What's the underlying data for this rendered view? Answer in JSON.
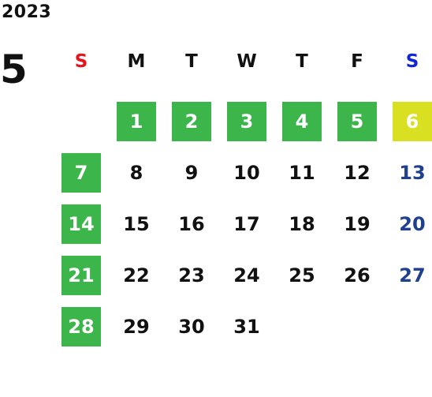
{
  "calendar": {
    "year": "2023",
    "month": "5",
    "weekdays": [
      {
        "label": "S",
        "color": "#e8141c"
      },
      {
        "label": "M",
        "color": "#111111"
      },
      {
        "label": "T",
        "color": "#111111"
      },
      {
        "label": "W",
        "color": "#111111"
      },
      {
        "label": "T",
        "color": "#111111"
      },
      {
        "label": "F",
        "color": "#111111"
      },
      {
        "label": "S",
        "color": "#1226d8"
      }
    ],
    "colors": {
      "closed_green": "#3cb54a",
      "highlight_yellow": "#d9df21",
      "saturday_blue": "#1f3f8f"
    },
    "weeks": [
      [
        {
          "day": "",
          "style": "empty"
        },
        {
          "day": "1",
          "style": "green"
        },
        {
          "day": "2",
          "style": "green"
        },
        {
          "day": "3",
          "style": "green"
        },
        {
          "day": "4",
          "style": "green"
        },
        {
          "day": "5",
          "style": "green"
        },
        {
          "day": "6",
          "style": "yellow"
        }
      ],
      [
        {
          "day": "7",
          "style": "green"
        },
        {
          "day": "8",
          "style": "plain"
        },
        {
          "day": "9",
          "style": "plain"
        },
        {
          "day": "10",
          "style": "plain"
        },
        {
          "day": "11",
          "style": "plain"
        },
        {
          "day": "12",
          "style": "plain"
        },
        {
          "day": "13",
          "style": "sat"
        }
      ],
      [
        {
          "day": "14",
          "style": "green"
        },
        {
          "day": "15",
          "style": "plain"
        },
        {
          "day": "16",
          "style": "plain"
        },
        {
          "day": "17",
          "style": "plain"
        },
        {
          "day": "18",
          "style": "plain"
        },
        {
          "day": "19",
          "style": "plain"
        },
        {
          "day": "20",
          "style": "sat"
        }
      ],
      [
        {
          "day": "21",
          "style": "green"
        },
        {
          "day": "22",
          "style": "plain"
        },
        {
          "day": "23",
          "style": "plain"
        },
        {
          "day": "24",
          "style": "plain"
        },
        {
          "day": "25",
          "style": "plain"
        },
        {
          "day": "26",
          "style": "plain"
        },
        {
          "day": "27",
          "style": "sat"
        }
      ],
      [
        {
          "day": "28",
          "style": "green"
        },
        {
          "day": "29",
          "style": "plain"
        },
        {
          "day": "30",
          "style": "plain"
        },
        {
          "day": "31",
          "style": "plain"
        },
        {
          "day": "",
          "style": "empty"
        },
        {
          "day": "",
          "style": "empty"
        },
        {
          "day": "",
          "style": "empty"
        }
      ]
    ]
  }
}
